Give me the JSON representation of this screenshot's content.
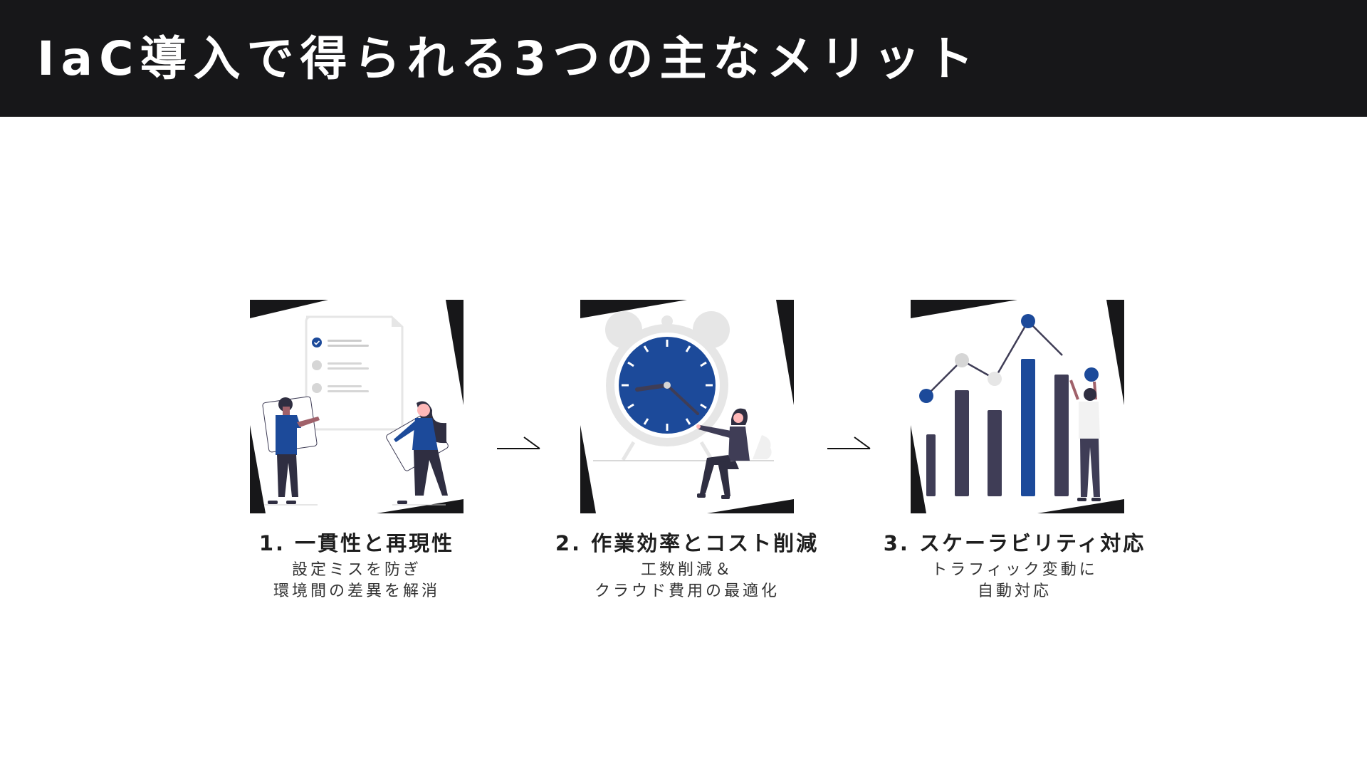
{
  "header": {
    "title": "IaC導入で得られる3つの主なメリット",
    "background": "#171719"
  },
  "colors": {
    "accent_blue": "#1c4a9a",
    "dark_navy": "#3f3d56",
    "frame_black": "#171719",
    "light_gray": "#e6e6e6"
  },
  "cards": [
    {
      "illustration": "checklist-collaboration-illustration",
      "title": "1. 一貫性と再現性",
      "lines": [
        "設定ミスを防ぎ",
        "環境間の差異を解消"
      ]
    },
    {
      "illustration": "alarm-clock-time-saving-illustration",
      "title": "2. 作業効率とコスト削減",
      "lines": [
        "工数削減＆",
        "クラウド費用の最適化"
      ]
    },
    {
      "illustration": "growth-bar-chart-illustration",
      "title": "3. スケーラビリティ対応",
      "lines": [
        "トラフィック変動に",
        "自動対応"
      ]
    }
  ],
  "arrows": [
    "arrow-right-icon",
    "arrow-right-icon"
  ]
}
